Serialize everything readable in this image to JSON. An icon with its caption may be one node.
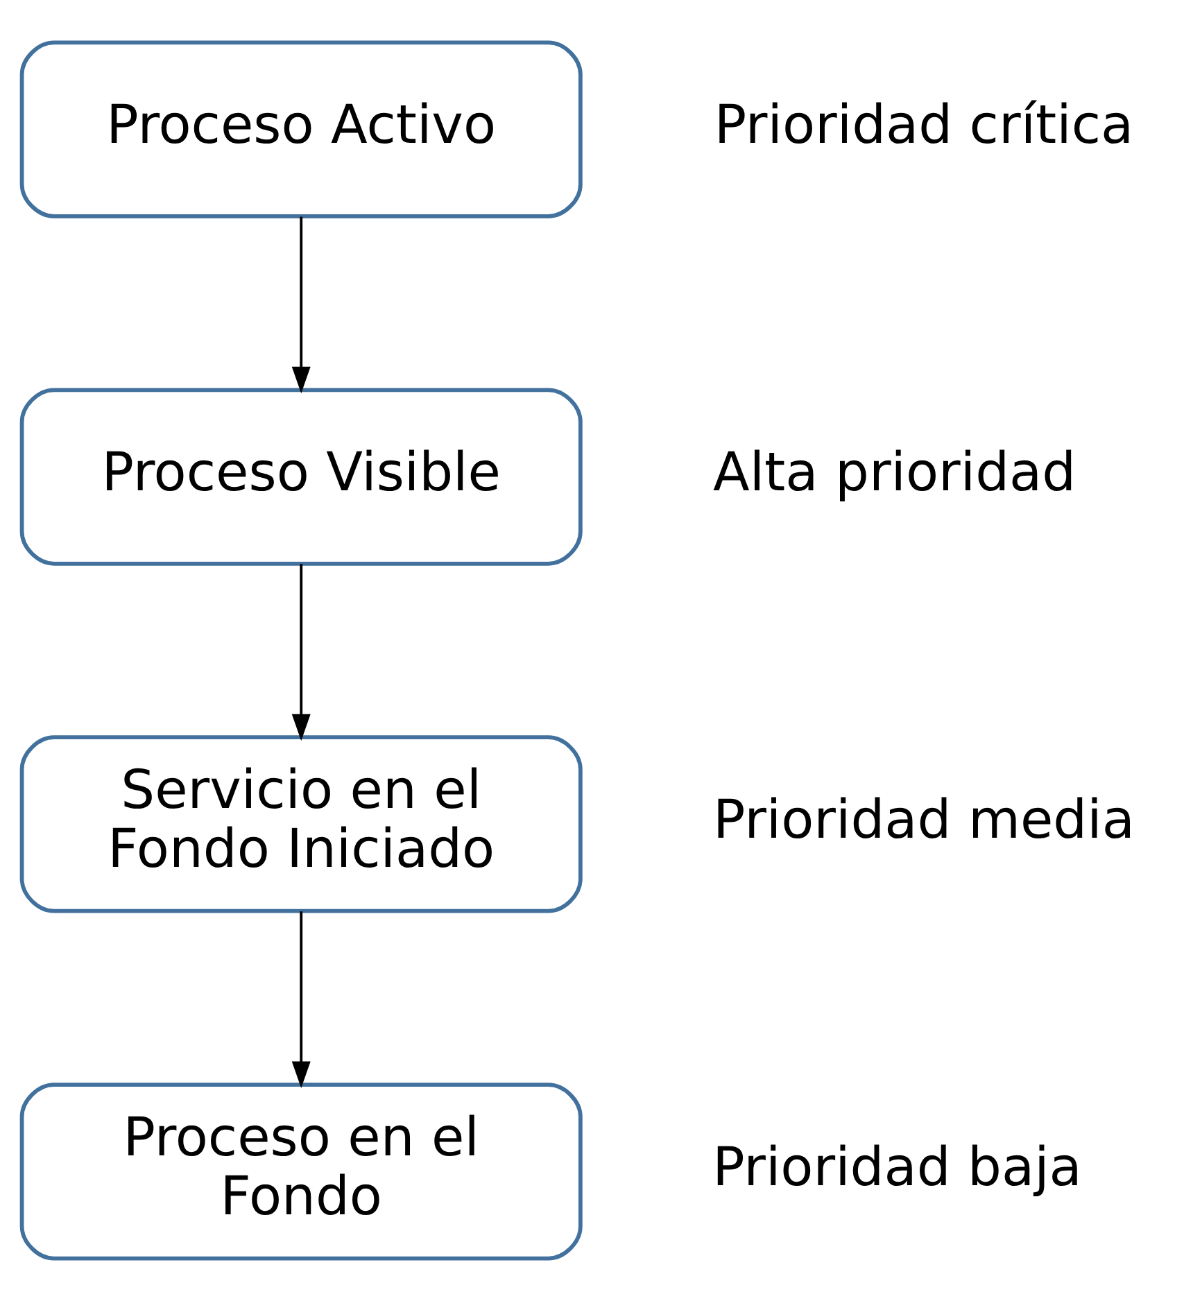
{
  "diagram": {
    "nodes": [
      {
        "text": [
          "Proceso Activo"
        ],
        "beside": [
          "Prioridad crítica"
        ]
      },
      {
        "text": [
          "Proceso Visible"
        ],
        "beside": [
          "Alta prioridad"
        ]
      },
      {
        "text": [
          "Servicio en el Fondo Iniciado"
        ],
        "beside": [
          "Prioridad media"
        ]
      },
      {
        "text": [
          "Proceso en el Fondo"
        ],
        "beside": [
          "Prioridad baja"
        ]
      }
    ],
    "edges": [
      {
        "from": 0,
        "to": 1,
        "arrow": "to"
      },
      {
        "from": 1,
        "to": 2,
        "arrow": "to"
      },
      {
        "from": 2,
        "to": 3,
        "arrow": "to"
      }
    ]
  }
}
